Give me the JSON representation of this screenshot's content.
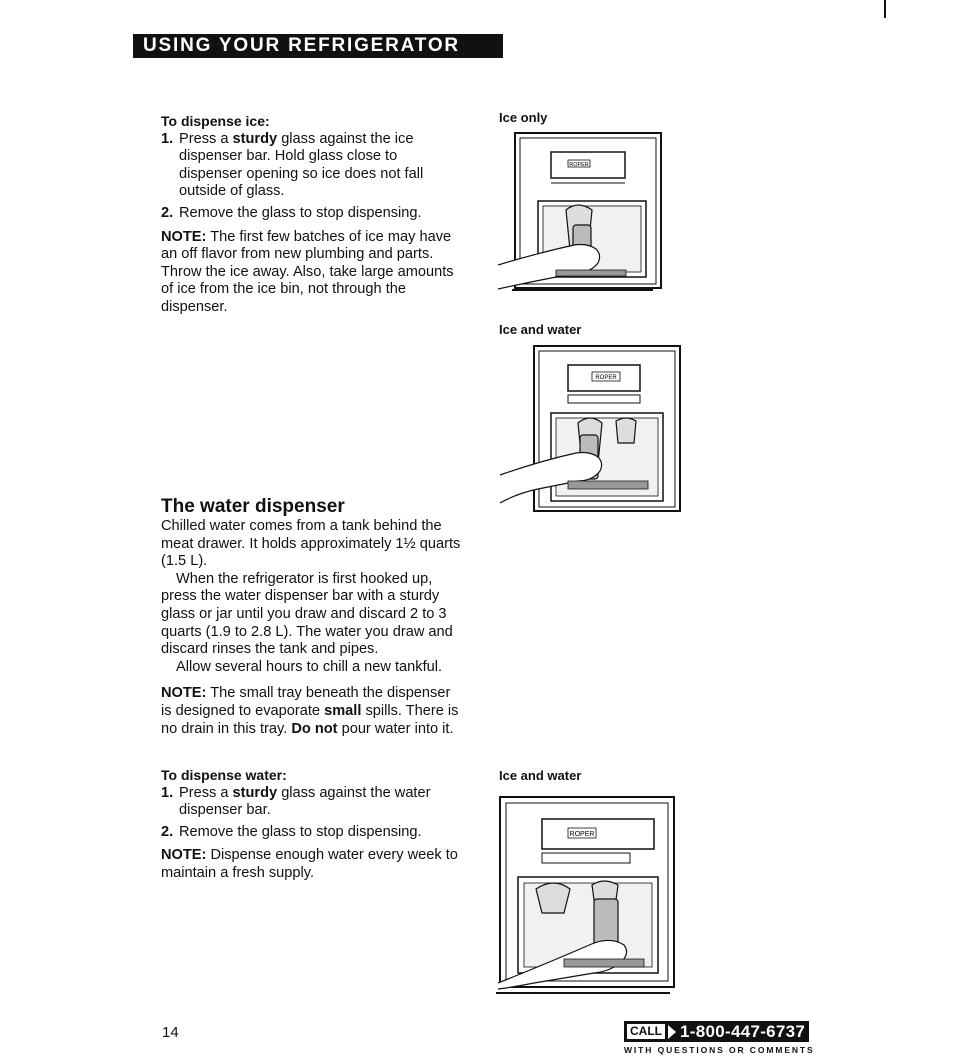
{
  "header": {
    "title": "USING YOUR REFRIGERATOR"
  },
  "dispense_ice": {
    "heading": "To dispense ice:",
    "steps": [
      {
        "num": "1.",
        "pre": "Press a ",
        "bold": "sturdy",
        "post": " glass against the ice dispenser bar. Hold glass close to dispenser opening so ice does not fall outside of glass."
      },
      {
        "num": "2.",
        "text": "Remove the glass to stop dispensing."
      }
    ],
    "note_label": "NOTE:",
    "note_text": " The first few batches of ice may have an off flavor from new plumbing and parts. Throw the ice away. Also, take large amounts of ice from the ice bin, not through the dispenser."
  },
  "water_dispenser": {
    "title": "The water dispenser",
    "para1": "Chilled water comes from a tank behind the meat drawer. It holds approximately 1½ quarts (1.5 L).",
    "para2": "When the refrigerator is first hooked up, press the water dispenser bar with a sturdy glass or jar until you draw and discard 2 to 3 quarts (1.9 to 2.8 L). The water you draw and discard rinses the tank and pipes.",
    "para3": "Allow several hours to chill a new tankful.",
    "note_label": "NOTE:",
    "note_pre": " The small tray beneath the dispenser is designed to evaporate ",
    "note_bold1": "small",
    "note_mid": " spills. There is no drain in this tray. ",
    "note_bold2": "Do not",
    "note_post": " pour water into it."
  },
  "dispense_water": {
    "heading": "To dispense water:",
    "steps": [
      {
        "num": "1.",
        "pre": "Press a ",
        "bold": "sturdy",
        "post": " glass against the water dispenser bar."
      },
      {
        "num": "2.",
        "text": "Remove the glass to stop dispensing."
      }
    ],
    "note_label": "NOTE:",
    "note_text": " Dispense enough water every week to maintain a fresh supply."
  },
  "figures": {
    "ice_only_caption": "Ice only",
    "ice_water_caption_1": "Ice and water",
    "ice_water_caption_2": "Ice and water",
    "brand": "ROPER"
  },
  "footer": {
    "page_number": "14",
    "call_label": "CALL",
    "phone": "1-800-447-6737",
    "subtext": "WITH QUESTIONS OR COMMENTS"
  }
}
